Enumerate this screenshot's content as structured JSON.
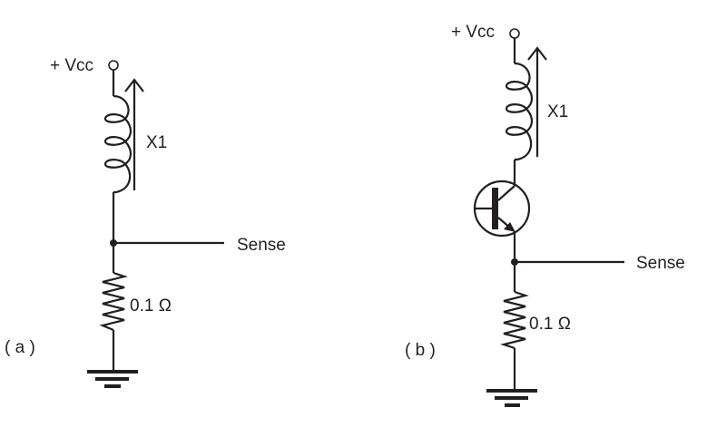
{
  "diagram": {
    "title": "Current sense circuits",
    "colors": {
      "ink": "#231f20",
      "background": "#ffffff"
    },
    "circuits": [
      {
        "id": "a",
        "caption": "( a )",
        "supply_label": "+ Vcc",
        "coil_label": "X1",
        "sense_label": "Sense",
        "resistor_label": "0.1 Ω",
        "components": [
          "supply-terminal",
          "inductor-x1",
          "current-arrow",
          "sense-node",
          "resistor",
          "ground"
        ]
      },
      {
        "id": "b",
        "caption": "( b )",
        "supply_label": "+ Vcc",
        "coil_label": "X1",
        "sense_label": "Sense",
        "resistor_label": "0.1 Ω",
        "components": [
          "supply-terminal",
          "inductor-x1",
          "current-arrow",
          "npn-transistor",
          "sense-node",
          "resistor",
          "ground"
        ]
      }
    ]
  }
}
